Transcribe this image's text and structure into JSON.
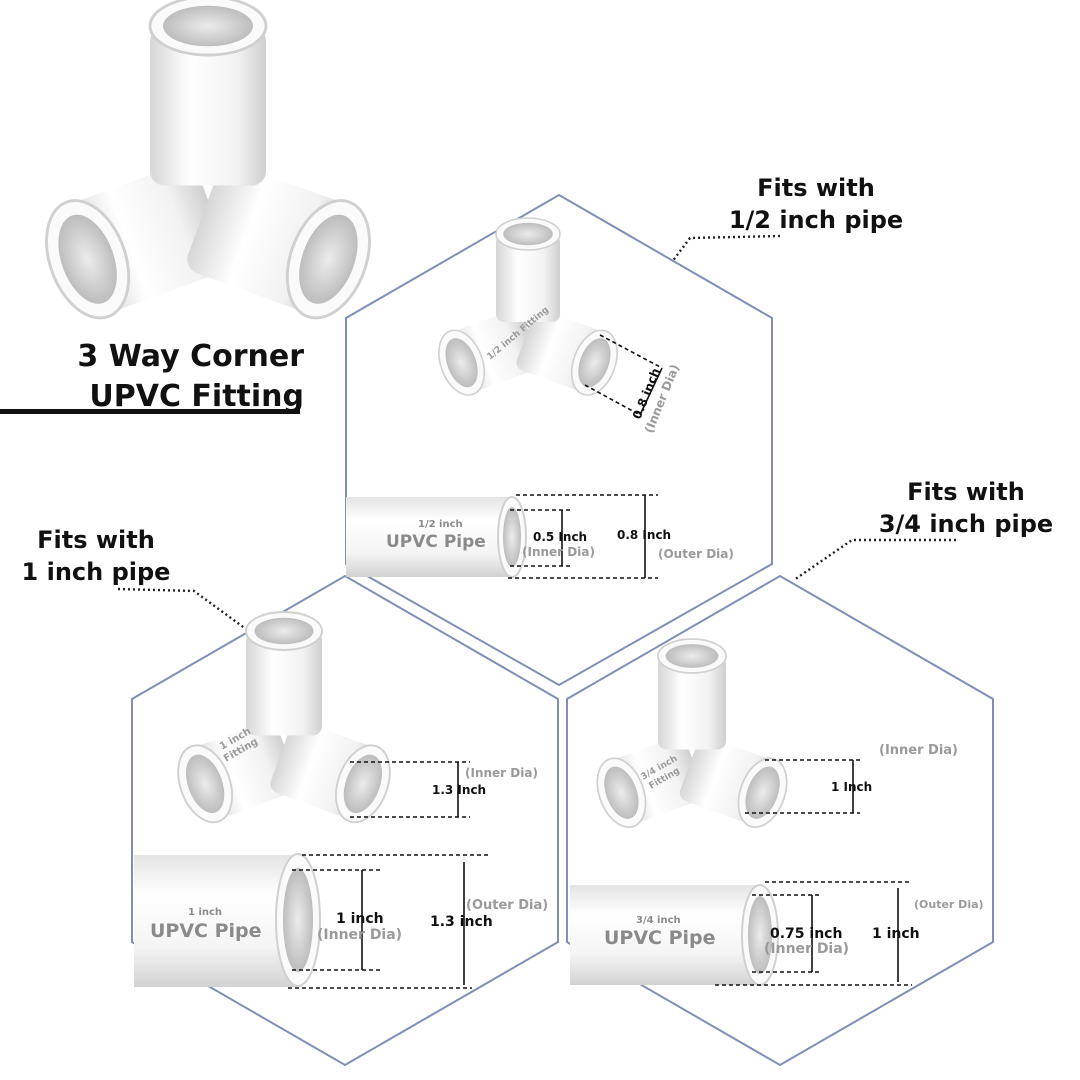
{
  "title": {
    "line1": "3 Way Corner",
    "line2": "UPVC Fitting"
  },
  "panels": {
    "half": {
      "fits_line1": "Fits with",
      "fits_line2": "1/2 inch pipe",
      "fitting_label": "1/2 inch Fitting",
      "fitting_dim": "0.8 inch",
      "fitting_dim_note": "(Inner Dia)",
      "pipe_size": "1/2 inch",
      "pipe_label": "UPVC Pipe",
      "inner_dim": "0.5 Inch",
      "inner_note": "(Inner Dia)",
      "outer_dim": "0.8 Inch",
      "outer_note": "(Outer Dia)"
    },
    "one": {
      "fits_line1": "Fits with",
      "fits_line2": "1 inch pipe",
      "fitting_label_1": "1 inch",
      "fitting_label_2": "Fitting",
      "fitting_dim": "1.3 Inch",
      "fitting_dim_note": "(Inner Dia)",
      "pipe_size": "1 inch",
      "pipe_label": "UPVC Pipe",
      "inner_dim": "1 inch",
      "inner_note": "(Inner Dia)",
      "outer_dim": "1.3 inch",
      "outer_note": "(Outer Dia)"
    },
    "threequarter": {
      "fits_line1": "Fits with",
      "fits_line2": "3/4 inch pipe",
      "fitting_label_1": "3/4 inch",
      "fitting_label_2": "Fitting",
      "fitting_dim": "1 Inch",
      "fitting_dim_note": "(Inner Dia)",
      "pipe_size": "3/4 inch",
      "pipe_label": "UPVC Pipe",
      "inner_dim": "0.75 inch",
      "inner_note": "(Inner Dia)",
      "outer_dim": "1 inch",
      "outer_note": "(Outer Dia)"
    }
  },
  "colors": {
    "hex_border": "#7f8fb8",
    "pipe_white": "#f7f7f7",
    "pipe_shade": "#d9d9d9"
  }
}
